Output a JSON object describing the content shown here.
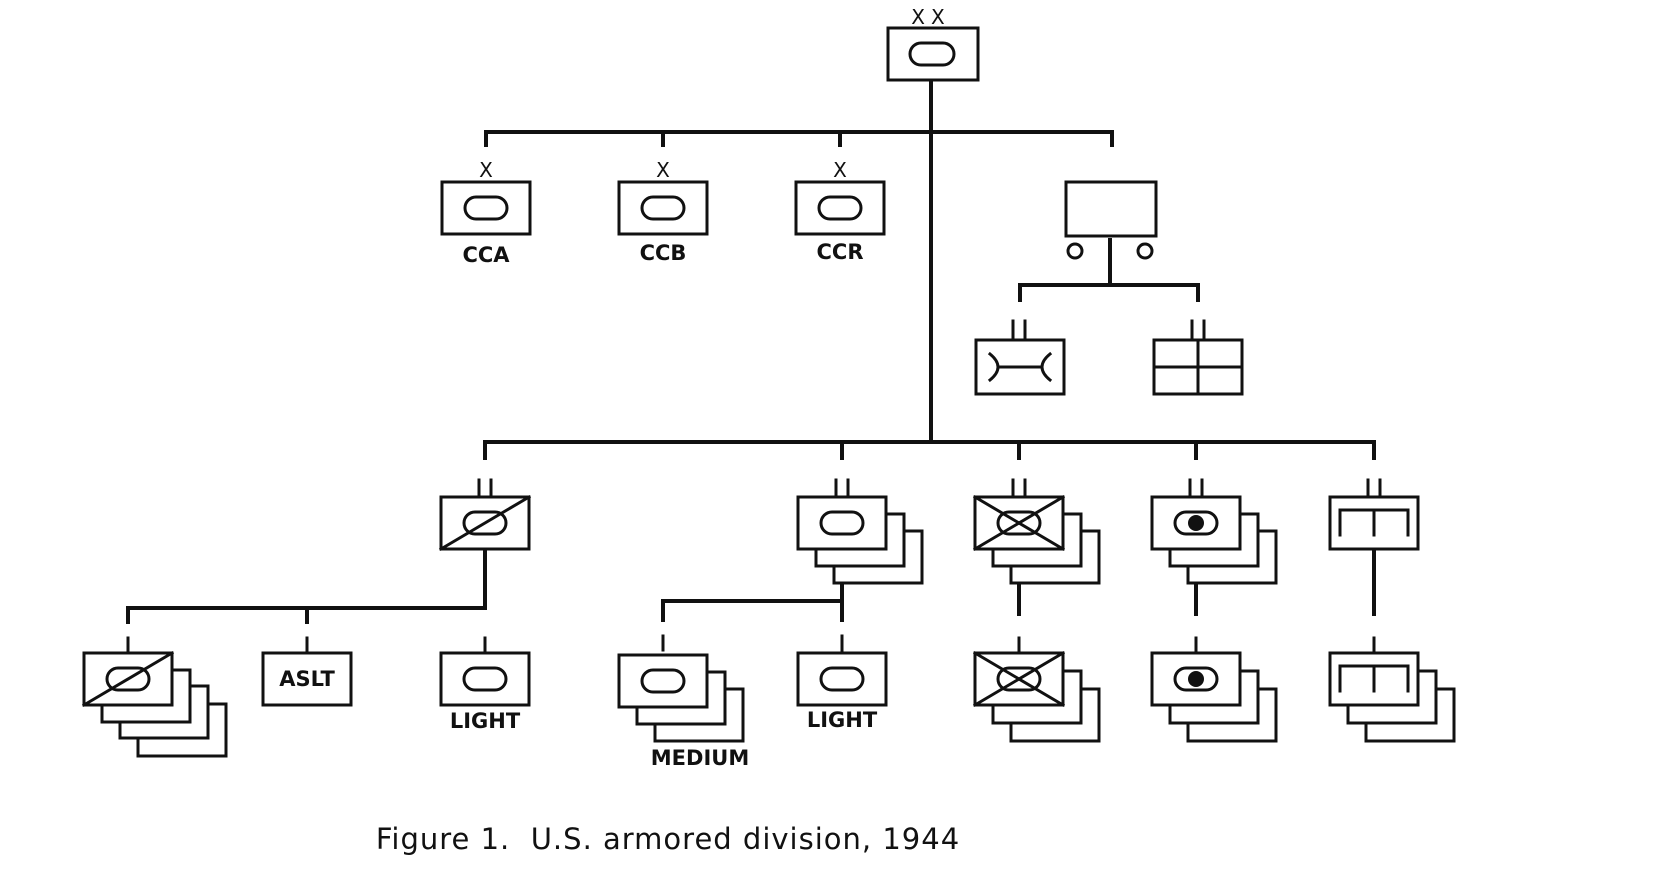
{
  "diagram": {
    "caption": "Figure 1.  U.S. armored division, 1944",
    "units": {
      "division": {
        "echelon": "XX",
        "symbol": "armor"
      },
      "cca": {
        "echelon": "X",
        "symbol": "armor",
        "label": "CCA"
      },
      "ccb": {
        "echelon": "X",
        "symbol": "armor",
        "label": "CCB"
      },
      "ccr": {
        "echelon": "X",
        "symbol": "armor",
        "label": "CCR"
      },
      "trains": {
        "symbol": "trains"
      },
      "maintenance_bn": {
        "echelon": "II",
        "symbol": "maintenance"
      },
      "medical_bn": {
        "echelon": "II",
        "symbol": "medical"
      },
      "cavalry_sqdn": {
        "echelon": "II",
        "symbol": "armored-cavalry"
      },
      "cavalry_troops": {
        "echelon": "I",
        "symbol": "armored-cavalry"
      },
      "assault_gun_troop": {
        "echelon": "I",
        "label": "ASLT"
      },
      "light_tank_co_cav": {
        "echelon": "I",
        "symbol": "armor",
        "label": "LIGHT"
      },
      "tank_bns": {
        "echelon": "II",
        "symbol": "armor"
      },
      "medium_tank_cos": {
        "echelon": "I",
        "symbol": "armor",
        "label": "MEDIUM"
      },
      "light_tank_co": {
        "echelon": "I",
        "symbol": "armor",
        "label": "LIGHT"
      },
      "armored_inf_bns": {
        "echelon": "II",
        "symbol": "armored-infantry"
      },
      "armored_inf_cos": {
        "echelon": "I",
        "symbol": "armored-infantry"
      },
      "armored_fa_bns": {
        "echelon": "II",
        "symbol": "armored-field-artillery"
      },
      "armored_fa_btrys": {
        "echelon": "I",
        "symbol": "armored-field-artillery"
      },
      "engineer_bn": {
        "echelon": "II",
        "symbol": "engineer"
      },
      "engineer_cos": {
        "echelon": "I",
        "symbol": "engineer"
      }
    }
  }
}
